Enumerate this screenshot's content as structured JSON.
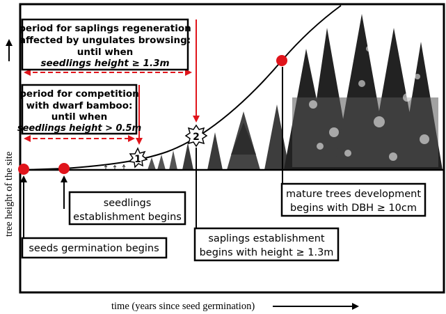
{
  "axes": {
    "y_label": "tree height of the site",
    "x_label": "time (years since seed germination)"
  },
  "boxes": {
    "ungulates": {
      "line1": "period for saplings regeneration",
      "line2": "affected by ungulates browsing:",
      "line3": "until when",
      "line4": "seedlings height ≥ 1.3m"
    },
    "bamboo": {
      "line1": "period for competition",
      "line2": "with dwarf bamboo:",
      "line3": "until when",
      "line4": "seedlings height > 0.5m"
    },
    "seedlings": {
      "line1": "seedlings",
      "line2": "establishment begins"
    },
    "germination": {
      "line1": "seeds germination begins"
    },
    "saplings": {
      "line1": "saplings establishment",
      "line2": "begins with height ≥ 1.3m"
    },
    "mature": {
      "line1": "mature trees development",
      "line2": "begins with DBH ≥ 10cm"
    }
  },
  "markers": {
    "m1": "1",
    "m2": "2"
  },
  "colors": {
    "accent_red": "#e0141b",
    "outline": "#000000"
  }
}
